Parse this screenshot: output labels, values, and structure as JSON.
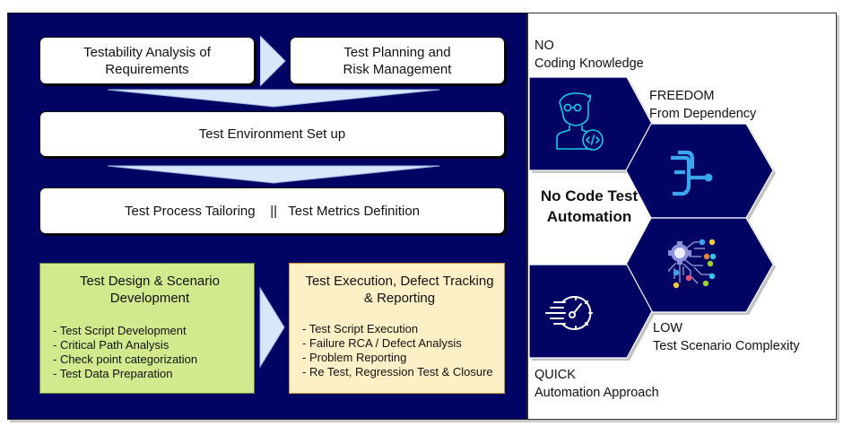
{
  "process_flow": {
    "row1": {
      "testability": "Testability Analysis of\nRequirements",
      "planning": "Test Planning and\nRisk Management"
    },
    "environment_setup": "Test Environment Set up",
    "tailoring_metrics": "Test Process Tailoring    ||   Test Metrics Definition",
    "design_phase": {
      "title": "Test Design & Scenario Development",
      "items": [
        "- Test Script Development",
        "- Critical Path Analysis",
        "- Check point categorization",
        "- Test Data Preparation"
      ]
    },
    "execution_phase": {
      "title": "Test Execution, Defect Tracking & Reporting",
      "items": [
        "- Test Script Execution",
        "- Failure RCA / Defect Analysis",
        "- Problem Reporting",
        "- Re Test, Regression Test & Closure"
      ]
    }
  },
  "no_code": {
    "center_title": "No Code Test Automation",
    "benefits": [
      {
        "heading": "NO",
        "text": "Coding Knowledge",
        "icon": "developer-code-icon"
      },
      {
        "heading": "FREEDOM",
        "text": "From Dependency",
        "icon": "branch-connector-icon"
      },
      {
        "heading": "LOW",
        "text": "Test Scenario Complexity",
        "icon": "ai-circuit-gear-icon"
      },
      {
        "heading": "QUICK",
        "text": "Automation Approach",
        "icon": "speed-stopwatch-icon"
      }
    ]
  },
  "colors": {
    "panel_navy": "#020463",
    "arrow_light_blue": "#d8e8fb",
    "design_green": "#d2ea8e",
    "execution_cream": "#fef0c6",
    "icon_cyan": "#19c8e6",
    "icon_blue": "#3ba6ee"
  }
}
